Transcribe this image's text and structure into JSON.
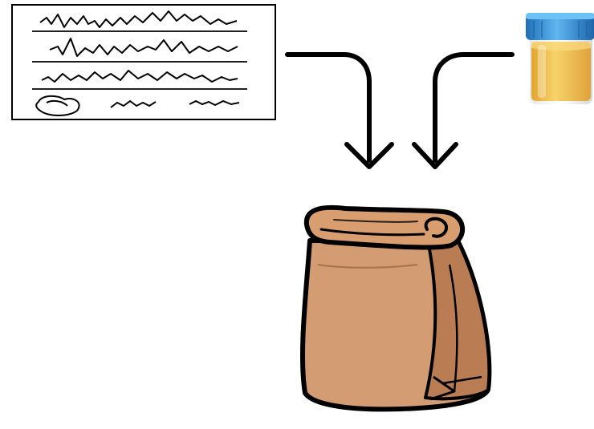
{
  "diagram": {
    "nodes": [
      {
        "id": "form",
        "icon": "handwritten-form-icon"
      },
      {
        "id": "container",
        "icon": "specimen-cup-icon"
      },
      {
        "id": "bag",
        "icon": "paper-bag-icon"
      }
    ],
    "edges": [
      {
        "from": "form",
        "to": "bag"
      },
      {
        "from": "container",
        "to": "bag"
      }
    ]
  },
  "colors": {
    "ink": "#000000",
    "background": "#ffffff",
    "bag_light": "#d49c72",
    "bag_dark": "#b97c53",
    "cup_lid": "#2f8fd8",
    "cup_liquid": "#f2c04a"
  }
}
